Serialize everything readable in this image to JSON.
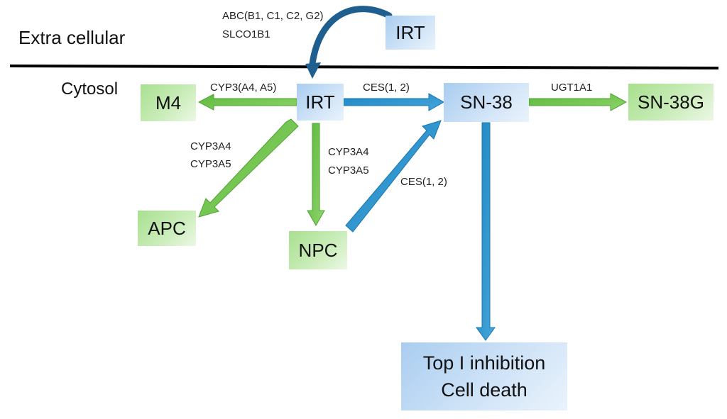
{
  "regions": {
    "extracellular": "Extra cellular",
    "cytosol": "Cytosol"
  },
  "transporters": {
    "line1": "ABC(B1, C1, C2, G2)",
    "line2": "SLCO1B1"
  },
  "nodes": {
    "irt_outside": "IRT",
    "irt": "IRT",
    "m4": "M4",
    "sn38": "SN-38",
    "sn38g": "SN-38G",
    "apc": "APC",
    "npc": "NPC",
    "top1_line1": "Top I inhibition",
    "top1_line2": "Cell death"
  },
  "enzymes": {
    "irt_to_m4": "CYP3(A4, A5)",
    "irt_to_sn38": "CES(1, 2)",
    "sn38_to_sn38g": "UGT1A1",
    "irt_to_apc_1": "CYP3A4",
    "irt_to_apc_2": "CYP3A5",
    "irt_to_npc_1": "CYP3A4",
    "irt_to_npc_2": "CYP3A5",
    "npc_to_sn38": "CES(1, 2)"
  },
  "colors": {
    "green_arrow": "#6cc24a",
    "blue_arrow": "#2a8fc9",
    "curve_arrow": "#1f5f8f",
    "membrane": "#000000"
  }
}
